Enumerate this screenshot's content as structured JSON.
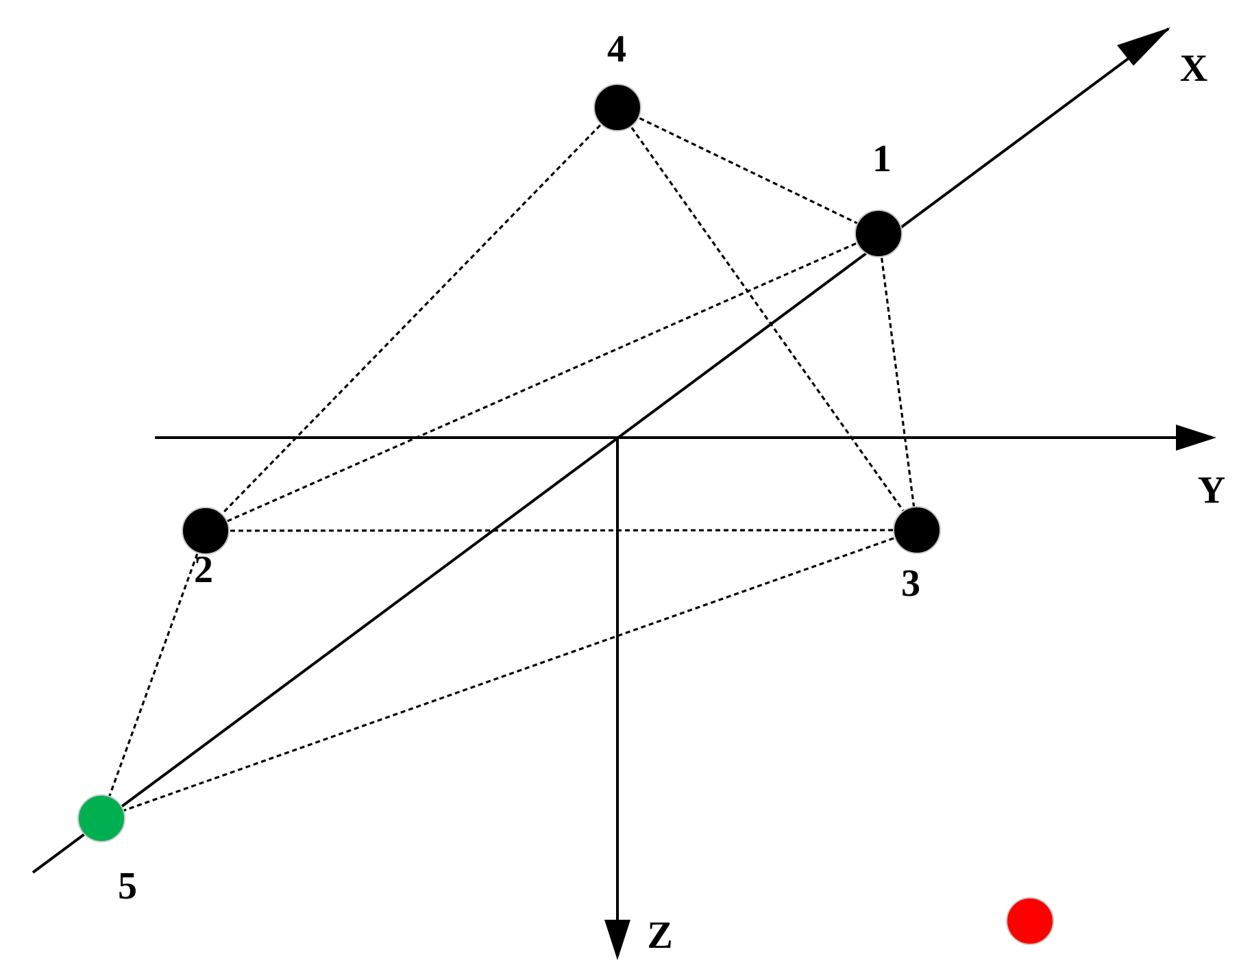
{
  "axes": [
    {
      "id": "x",
      "label": "X"
    },
    {
      "id": "y",
      "label": "Y"
    },
    {
      "id": "z",
      "label": "Z"
    }
  ],
  "nodes": [
    {
      "id": "1",
      "label": "1",
      "color": "#000000"
    },
    {
      "id": "2",
      "label": "2",
      "color": "#000000"
    },
    {
      "id": "3",
      "label": "3",
      "color": "#000000"
    },
    {
      "id": "4",
      "label": "4",
      "color": "#000000"
    },
    {
      "id": "5",
      "label": "5",
      "color": "#00b050"
    },
    {
      "id": "red",
      "label": "",
      "color": "#ff0000"
    }
  ],
  "edges": [
    [
      "4",
      "1"
    ],
    [
      "4",
      "2"
    ],
    [
      "4",
      "3"
    ],
    [
      "1",
      "2"
    ],
    [
      "1",
      "3"
    ],
    [
      "2",
      "3"
    ],
    [
      "2",
      "5"
    ],
    [
      "3",
      "5"
    ]
  ]
}
